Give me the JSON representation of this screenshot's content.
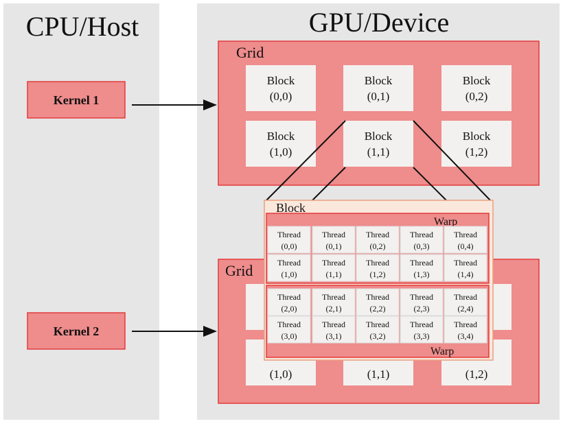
{
  "host": {
    "title": "CPU/Host",
    "kernels": [
      "Kernel 1",
      "Kernel 2"
    ]
  },
  "device": {
    "title": "GPU/Device",
    "grid_label": "Grid",
    "block_word": "Block",
    "blocks": [
      [
        "(0,0)",
        "(0,1)",
        "(0,2)"
      ],
      [
        "(1,0)",
        "(1,1)",
        "(1,2)"
      ]
    ],
    "expanded_block": {
      "label": "Block",
      "warp_label": "Warp",
      "thread_word": "Thread",
      "threads": [
        [
          "(0,0)",
          "(0,1)",
          "(0,2)",
          "(0,3)",
          "(0,4)"
        ],
        [
          "(1,0)",
          "(1,1)",
          "(1,2)",
          "(1,3)",
          "(1,4)"
        ],
        [
          "(2,0)",
          "(2,1)",
          "(2,2)",
          "(2,3)",
          "(2,4)"
        ],
        [
          "(3,0)",
          "(3,1)",
          "(3,2)",
          "(3,3)",
          "(3,4)"
        ]
      ]
    }
  },
  "colors": {
    "panel": "#e6e6e6",
    "red_fill": "#ef8c8c",
    "red_border": "#e23b3b",
    "block_fill": "#f2f1ef",
    "expanded_block_fill": "#fbe8dc"
  }
}
